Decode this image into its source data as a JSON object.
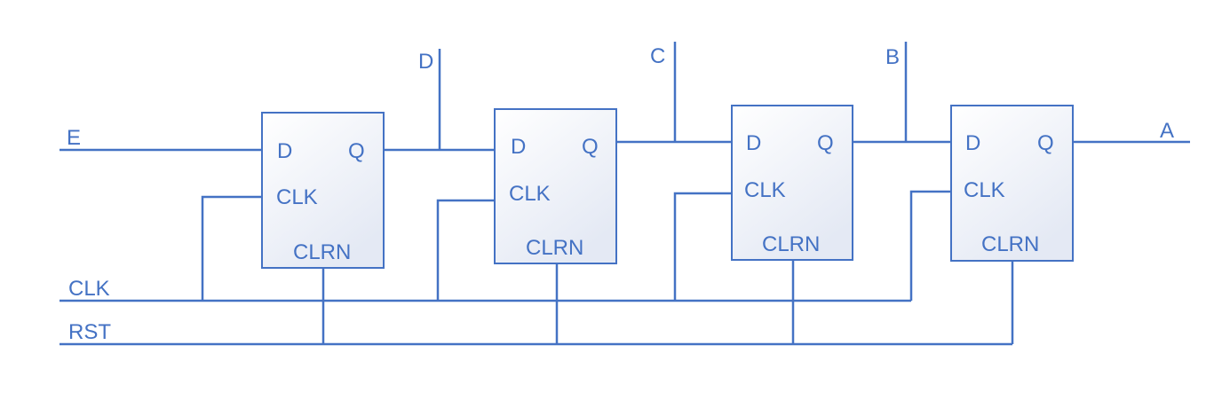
{
  "signals": {
    "input": "E",
    "clock": "CLK",
    "reset": "RST",
    "outputs": [
      "D",
      "C",
      "B",
      "A"
    ]
  },
  "flip_flops": [
    {
      "d_pin": "D",
      "q_pin": "Q",
      "clk_pin": "CLK",
      "clrn_pin": "CLRN"
    },
    {
      "d_pin": "D",
      "q_pin": "Q",
      "clk_pin": "CLK",
      "clrn_pin": "CLRN"
    },
    {
      "d_pin": "D",
      "q_pin": "Q",
      "clk_pin": "CLK",
      "clrn_pin": "CLRN"
    },
    {
      "d_pin": "D",
      "q_pin": "Q",
      "clk_pin": "CLK",
      "clrn_pin": "CLRN"
    }
  ],
  "colors": {
    "wire": "#4472C4",
    "box_fill_top": "#ffffff",
    "box_fill_bottom": "#e4e9f4"
  }
}
